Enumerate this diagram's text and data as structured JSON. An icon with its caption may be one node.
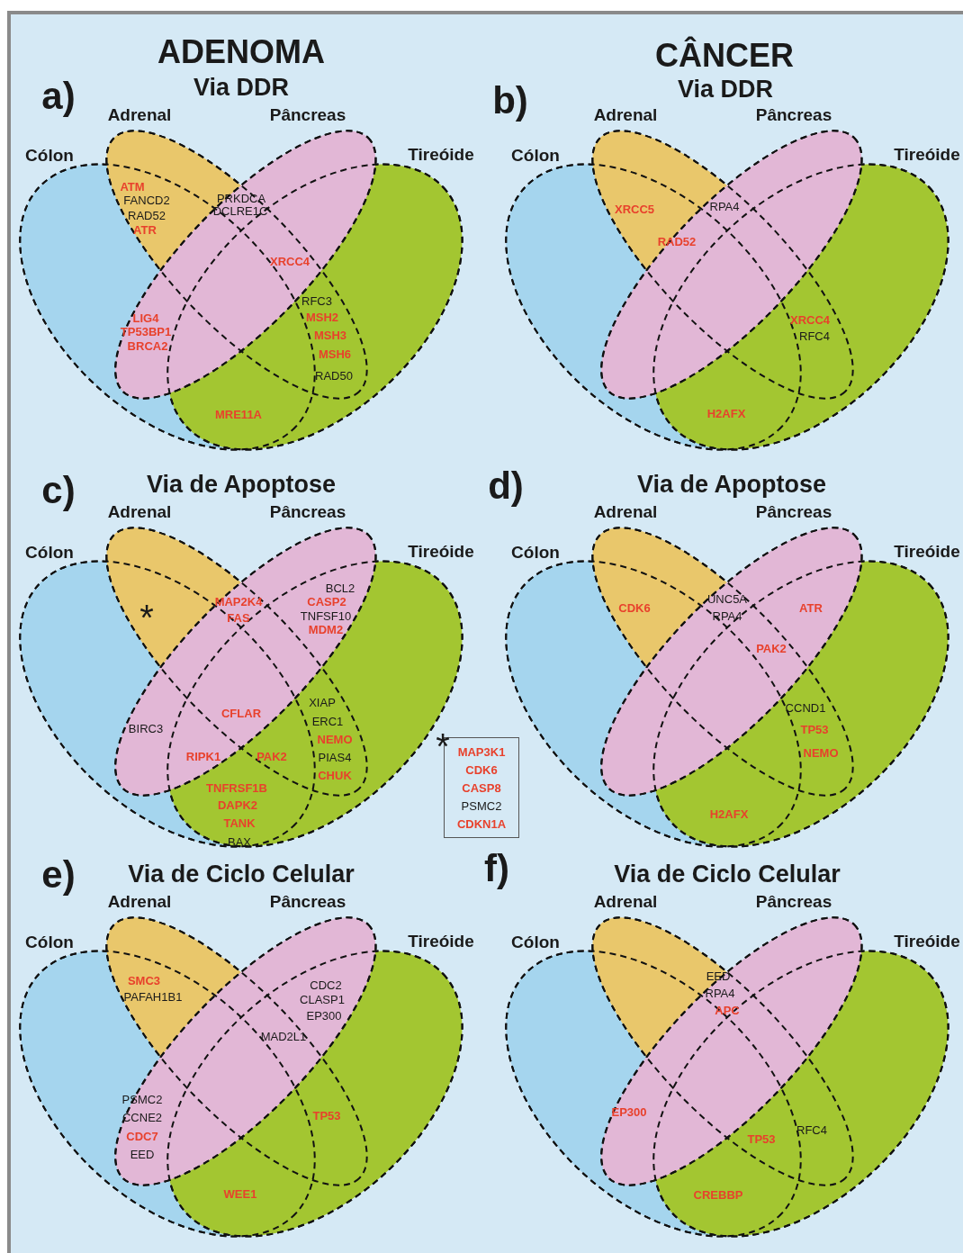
{
  "diagram": {
    "nodes": [
      {
        "text": [
          "Adrenal"
        ]
      },
      {
        "text": [
          "Pâncreas"
        ]
      },
      {
        "text": [
          "Cólon"
        ]
      },
      {
        "text": [
          "Tireóide"
        ]
      },
      {
        "text": [
          "Adrenal"
        ]
      },
      {
        "text": [
          "Pâncreas"
        ]
      },
      {
        "text": [
          "Cólon"
        ]
      },
      {
        "text": [
          "Tireóide"
        ]
      },
      {
        "text": [
          "Adrenal"
        ]
      },
      {
        "text": [
          "Pâncreas"
        ]
      },
      {
        "text": [
          "Cólon"
        ]
      },
      {
        "text": [
          "Tireóide"
        ]
      },
      {
        "text": [
          "Adrenal"
        ]
      },
      {
        "text": [
          "Pâncreas"
        ]
      },
      {
        "text": [
          "Cólon"
        ]
      },
      {
        "text": [
          "Tireóide"
        ]
      },
      {
        "text": [
          "Adrenal"
        ]
      },
      {
        "text": [
          "Pâncreas"
        ]
      },
      {
        "text": [
          "Cólon"
        ]
      },
      {
        "text": [
          "Tireóide"
        ]
      },
      {
        "text": [
          "Adrenal"
        ]
      },
      {
        "text": [
          "Pâncreas"
        ]
      },
      {
        "text": [
          "Cólon"
        ]
      },
      {
        "text": [
          "Tireóide"
        ]
      },
      {
        "text": [
          "MAP3K1",
          "CDK6",
          "CASP8",
          "PSMC2",
          "CDKN1A"
        ]
      }
    ],
    "labels": [
      "ADENOMA",
      "CÂNCER",
      "a)",
      "Via DDR",
      "b)",
      "Via DDR",
      "ATM",
      "FANCD2",
      "RAD52",
      "ATR",
      "PRKDCA",
      "DCLRE1C",
      "XRCC4",
      "RFC3",
      "MSH2",
      "MSH3",
      "MSH6",
      "LIG4",
      "TP53BP1",
      "BRCA2",
      "RAD50",
      "MRE11A",
      "XRCC5",
      "RPA4",
      "RAD52",
      "XRCC4",
      "RFC4",
      "H2AFX",
      "c)",
      "Via de Apoptose",
      "d)",
      "Via de Apoptose",
      "*",
      "MAP2K4",
      "FAS",
      "BCL2",
      "CASP2",
      "TNFSF10",
      "MDM2",
      "XIAP",
      "CFLAR",
      "ERC1",
      "BIRC3",
      "NEMO",
      "*",
      "RIPK1",
      "PAK2",
      "PIAS4",
      "CHUK",
      "TNFRSF1B",
      "DAPK2",
      "TANK",
      "BAX",
      "UNC5A",
      "CDK6",
      "ATR",
      "RPA4",
      "PAK2",
      "CCND1",
      "TP53",
      "NEMO",
      "H2AFX",
      "e)",
      "Via de Ciclo Celular",
      "f)",
      "Via de Ciclo Celular",
      "SMC3",
      "CDC2",
      "PAFAH1B1",
      "CLASP1",
      "EP300",
      "MAD2L1",
      "PSMC2",
      "CCNE2",
      "TP53",
      "CDC7",
      "EED",
      "WEE1",
      "EED",
      "RPA4",
      "APC",
      "EP300",
      "RFC4",
      "TP53",
      "CREBBP"
    ]
  }
}
